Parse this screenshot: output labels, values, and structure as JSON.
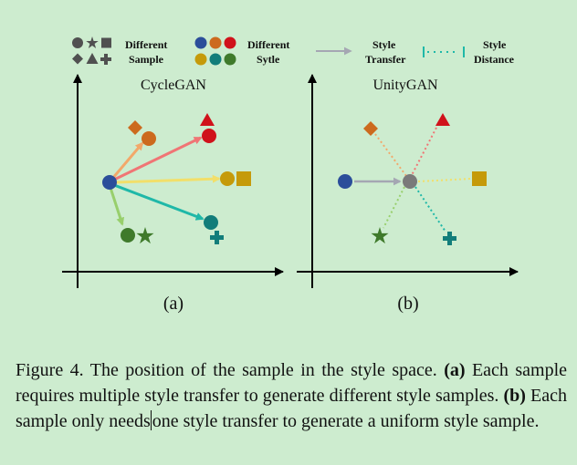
{
  "legend": {
    "different_sample_line1": "Different",
    "different_sample_line2": "Sample",
    "different_style_line1": "Different",
    "different_style_line2": "Sytle",
    "style_transfer_line1": "Style",
    "style_transfer_line2": "Transfer",
    "style_distance_line1": "Style",
    "style_distance_line2": "Distance"
  },
  "panels": {
    "a": {
      "title": "CycleGAN",
      "label": "(a)"
    },
    "b": {
      "title": "UnityGAN",
      "label": "(b)"
    }
  },
  "colors": {
    "background": "#cdeccf",
    "blue": "#2b4e9a",
    "orange": "#cc6a1e",
    "red": "#d0121b",
    "gold": "#c59a0a",
    "teal": "#127d7a",
    "green": "#3f7a2b",
    "gray": "#7a7a7a",
    "arrow_orange": "#f2a86a",
    "arrow_red": "#f07575",
    "arrow_yellow": "#f2df6a",
    "arrow_teal": "#1fb8a8",
    "arrow_green": "#98cf6c",
    "arrow_gray": "#a5a7b3"
  },
  "caption": {
    "fig": "Figure 4.",
    "intro": " The position of the sample in the style space. ",
    "a_tag": "(a)",
    "a_text": " Each sample requires multiple style transfer to generate different style samples. ",
    "b_tag": "(b)",
    "b_text_1": " Each sample only needs",
    "b_text_2": "one style transfer to generate a uniform style sample."
  }
}
